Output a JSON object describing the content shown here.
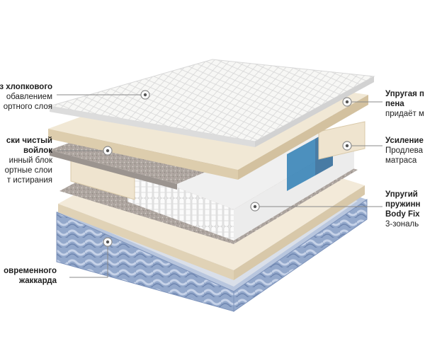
{
  "left_labels": [
    {
      "lines_bold": [
        "з хлопкового"
      ],
      "lines_normal": [
        "обавлением",
        "ортного слоя"
      ]
    },
    {
      "lines_bold": [
        "ски чистый",
        "войлок"
      ],
      "lines_normal": [
        "инный блок",
        "ортные слои",
        "т истирания"
      ]
    },
    {
      "lines_bold": [
        "овременного",
        "жаккарда"
      ],
      "lines_normal": []
    }
  ],
  "right_labels": [
    {
      "lines_bold": [
        "Упругая п",
        "пена"
      ],
      "lines_normal": [
        "придаёт м"
      ]
    },
    {
      "lines_bold": [
        "Усиление"
      ],
      "lines_normal": [
        "Продлева",
        "матраса"
      ]
    },
    {
      "lines_bold": [
        "Упругий",
        "пружинн",
        "Body Fix"
      ],
      "lines_normal": [
        "3-зональ"
      ]
    }
  ],
  "colors": {
    "quilt_top": "#f4f4f2",
    "foam_beige": "#efe4cf",
    "felt_gray": "#b9b2ad",
    "spring_white": "#f2f2f2",
    "spring_blue": "#2f7fb5",
    "jacquard_blue": "#8ea3c8",
    "text_dark": "#1e1e1e",
    "leader_gray": "#8a8a8a"
  },
  "icons": [
    "callout-dot-icon"
  ]
}
